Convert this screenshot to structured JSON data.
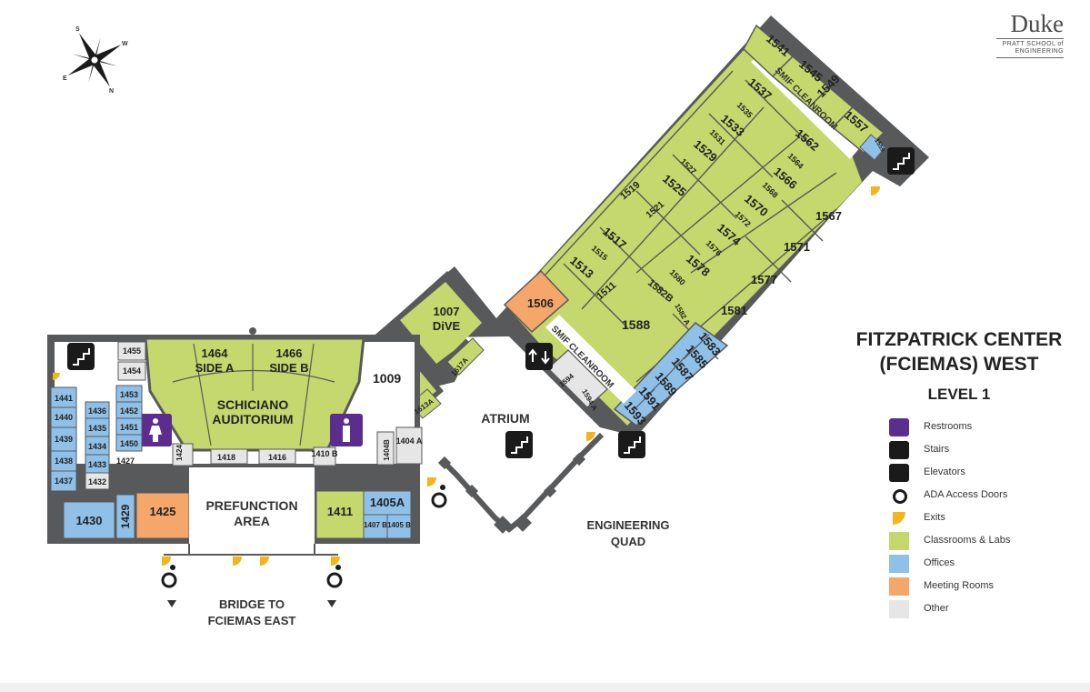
{
  "title": {
    "line1": "FITZPATRICK CENTER",
    "line2": "(FCIEMAS) WEST",
    "level": "LEVEL 1"
  },
  "logo": {
    "name": "Duke",
    "school_line1": "PRATT SCHOOL",
    "school_of": "of",
    "school_line2": "ENGINEERING"
  },
  "compass": {
    "n": "N",
    "s": "S",
    "e": "E",
    "w": "W"
  },
  "areas": {
    "atrium": "ATRIUM",
    "prefunction_1": "PREFUNCTION",
    "prefunction_2": "AREA",
    "quad_1": "ENGINEERING",
    "quad_2": "QUAD",
    "bridge_1": "BRIDGE TO",
    "bridge_2": "FCIEMAS EAST",
    "smif_top": "SMIF CLEANROOM",
    "smif_bottom": "SMIF CLEANROOM",
    "auditorium_1": "SCHICIANO",
    "auditorium_2": "AUDITORIUM",
    "side_a_1": "1464",
    "side_a_2": "SIDE A",
    "side_b_1": "1466",
    "side_b_2": "SIDE B",
    "dive_1": "1007",
    "dive_2": "DiVE"
  },
  "colors": {
    "classroom": "#c5d86d",
    "office": "#8fc1e8",
    "meeting": "#f5a66b",
    "other": "#e6e6e6",
    "wall": "#58595b",
    "restroom": "#5b2d8e",
    "exit": "#f2b51c"
  },
  "legend": [
    {
      "key": "restrooms",
      "label": "Restrooms",
      "icon": "restroom-icon"
    },
    {
      "key": "stairs",
      "label": "Stairs",
      "icon": "stairs-icon"
    },
    {
      "key": "elevators",
      "label": "Elevators",
      "icon": "elevator-icon"
    },
    {
      "key": "ada",
      "label": "ADA Access Doors",
      "icon": "accessible-icon"
    },
    {
      "key": "exits",
      "label": "Exits",
      "icon": "exit-icon"
    },
    {
      "key": "classroom",
      "label": "Classrooms & Labs",
      "icon": "swatch-green"
    },
    {
      "key": "office",
      "label": "Offices",
      "icon": "swatch-blue"
    },
    {
      "key": "meeting",
      "label": "Meeting Rooms",
      "icon": "swatch-orange"
    },
    {
      "key": "other",
      "label": "Other",
      "icon": "swatch-grey"
    }
  ],
  "rooms": {
    "r1541": "1541",
    "r1545": "1545",
    "r1549": "1549",
    "r1557": "1557",
    "r1559": "1559",
    "r1537": "1537",
    "r1535": "1535",
    "r1533": "1533",
    "r1531": "1531",
    "r1529": "1529",
    "r1527": "1527",
    "r1525": "1525",
    "r1562": "1562",
    "r1564": "1564",
    "r1566": "1566",
    "r1568": "1568",
    "r1570": "1570",
    "r1572": "1572",
    "r1574": "1574",
    "r1576": "1576",
    "r1578": "1578",
    "r1580": "1580",
    "r1582a": "1582 A",
    "r1582b": "1582B",
    "r1519": "1519",
    "r1521": "1521",
    "r1517": "1517",
    "r1515": "1515",
    "r1513": "1513",
    "r1511": "1511",
    "r1567": "1567",
    "r1571": "1571",
    "r1577": "1577",
    "r1581": "1581",
    "r1583": "1583",
    "r1585": "1585",
    "r1587": "1587",
    "r1589": "1589",
    "r1591": "1591",
    "r1593": "1593",
    "r1588": "1588",
    "r1506": "1506",
    "r1594": "1594",
    "r1594a": "1594 A",
    "r1617a": "1617A",
    "r1613a": "1613A",
    "r1009": "1009",
    "r1404a": "1404 A",
    "r1404b": "1404B",
    "r1410b": "1410 B",
    "r1418": "1418",
    "r1416": "1416",
    "r1424": "1424",
    "r1455": "1455",
    "r1454": "1454",
    "r1453": "1453",
    "r1452": "1452",
    "r1451": "1451",
    "r1450": "1450",
    "r1427": "1427",
    "r1436": "1436",
    "r1435": "1435",
    "r1434": "1434",
    "r1433": "1433",
    "r1432": "1432",
    "r1441": "1441",
    "r1440": "1440",
    "r1439": "1439",
    "r1438": "1438",
    "r1437": "1437",
    "r1430": "1430",
    "r1429": "1429",
    "r1425": "1425",
    "r1411": "1411",
    "r1405a": "1405A",
    "r1407b": "1407 B",
    "r1405b": "1405 B"
  }
}
